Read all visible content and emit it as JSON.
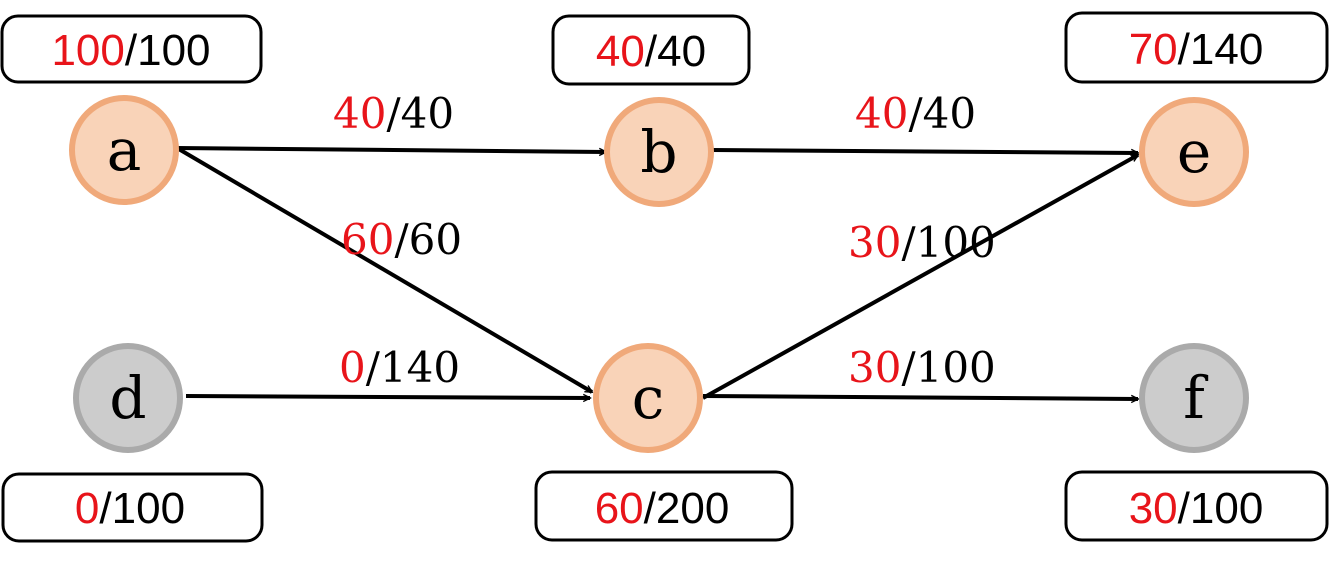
{
  "colors": {
    "active_fill": "#f9d3b8",
    "active_stroke": "#f0a97a",
    "inactive_fill": "#cccccc",
    "inactive_stroke": "#aaaaaa",
    "flow_text": "#e8141a",
    "capacity_text": "#000000"
  },
  "nodes": {
    "a": {
      "label": "a",
      "state": "active",
      "box": {
        "flow": "100",
        "sep": "/",
        "cap": "100"
      }
    },
    "b": {
      "label": "b",
      "state": "active",
      "box": {
        "flow": "40",
        "sep": "/",
        "cap": "40"
      }
    },
    "c": {
      "label": "c",
      "state": "active",
      "box": {
        "flow": "60",
        "sep": "/",
        "cap": "200"
      }
    },
    "d": {
      "label": "d",
      "state": "inactive",
      "box": {
        "flow": "0",
        "sep": "/",
        "cap": "100"
      }
    },
    "e": {
      "label": "e",
      "state": "active",
      "box": {
        "flow": "70",
        "sep": "/",
        "cap": "140"
      }
    },
    "f": {
      "label": "f",
      "state": "inactive",
      "box": {
        "flow": "30",
        "sep": "/",
        "cap": "100"
      }
    }
  },
  "edges": {
    "ab": {
      "from": "a",
      "to": "b",
      "flow": "40",
      "sep": "/",
      "cap": "40"
    },
    "ac": {
      "from": "a",
      "to": "c",
      "flow": "60",
      "sep": "/",
      "cap": "60"
    },
    "dc": {
      "from": "d",
      "to": "c",
      "flow": "0",
      "sep": "/",
      "cap": "140"
    },
    "be": {
      "from": "b",
      "to": "e",
      "flow": "40",
      "sep": "/",
      "cap": "40"
    },
    "ce": {
      "from": "c",
      "to": "e",
      "flow": "30",
      "sep": "/",
      "cap": "100"
    },
    "cf": {
      "from": "c",
      "to": "f",
      "flow": "30",
      "sep": "/",
      "cap": "100"
    }
  }
}
